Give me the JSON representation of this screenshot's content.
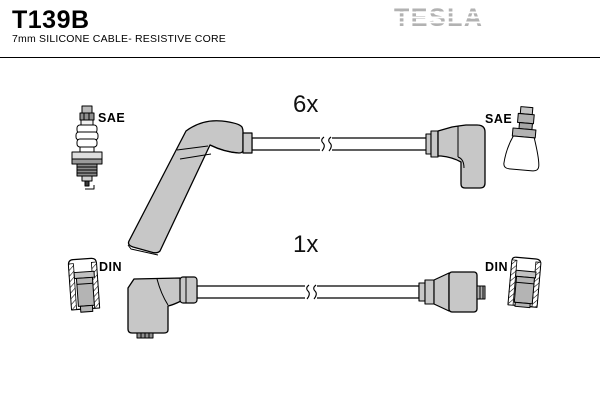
{
  "header": {
    "part_number": "T139B",
    "subtitle": "7mm SILICONE CABLE- RESISTIVE CORE",
    "brand": "TESLA"
  },
  "kit": {
    "item_6x": {
      "quantity": "6x",
      "left_connector": "SAE",
      "right_connector": "SAE"
    },
    "item_1x": {
      "quantity": "1x",
      "left_connector": "DIN",
      "right_connector": "DIN"
    }
  },
  "icons": {
    "left_item_6x": "spark-plug-icon",
    "right_item_6x": "spark-plug-terminal-icon",
    "left_item_1x": "din-socket-section-icon",
    "right_item_1x": "din-socket-section-icon"
  },
  "colors": {
    "background": "#ffffff",
    "outline": "#000000",
    "boot_fill": "#c7c7c7",
    "logo_gray": "#b2b2b2"
  }
}
